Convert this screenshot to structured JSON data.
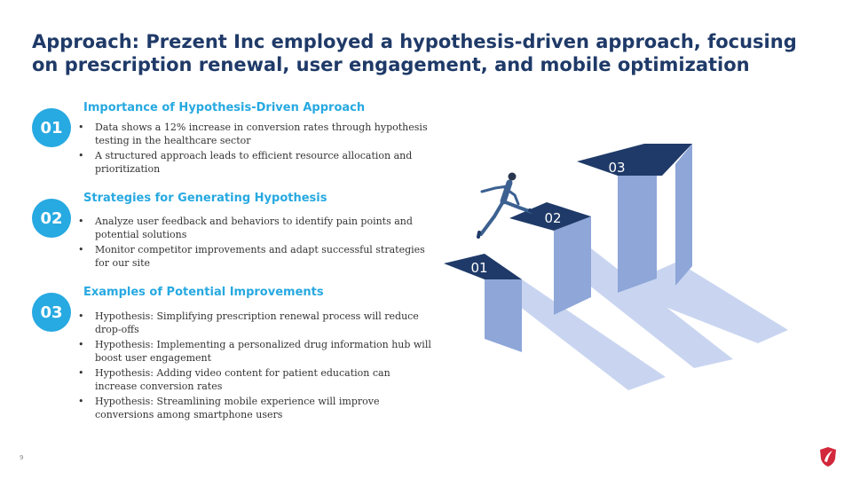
{
  "title": "Approach: Prezent Inc employed a hypothesis-driven approach, focusing on prescription renewal, user engagement, and mobile optimization",
  "sections": [
    {
      "number": "01",
      "heading": "Importance of Hypothesis-Driven Approach",
      "bullets": [
        "Data shows a 12% increase in conversion rates through hypothesis testing in the healthcare sector",
        "A structured approach leads to efficient resource allocation and prioritization"
      ]
    },
    {
      "number": "02",
      "heading": "Strategies for Generating Hypothesis",
      "bullets": [
        "Analyze user feedback and behaviors to identify pain points and potential solutions",
        "Monitor competitor improvements and adapt successful strategies for our site"
      ]
    },
    {
      "number": "03",
      "heading": "Examples of Potential Improvements",
      "bullets": [
        "Hypothesis: Simplifying prescription renewal process will reduce drop-offs",
        "Hypothesis: Implementing a personalized drug information hub will boost user engagement",
        "Hypothesis: Adding video content for patient education can increase conversion rates",
        "Hypothesis: Streamlining mobile experience will improve conversions among smartphone users"
      ]
    }
  ],
  "illustration": {
    "step_labels": [
      "01",
      "02",
      "03"
    ],
    "colors": {
      "dark": "#1f3a68",
      "mid": "#8ea6d8",
      "light": "#c9d5f0",
      "figure": "#3c6191"
    }
  },
  "footer": {
    "page_number": "9"
  },
  "colors": {
    "title": "#1f3a68",
    "accent": "#27a9e1",
    "logo": "#d2283c"
  }
}
